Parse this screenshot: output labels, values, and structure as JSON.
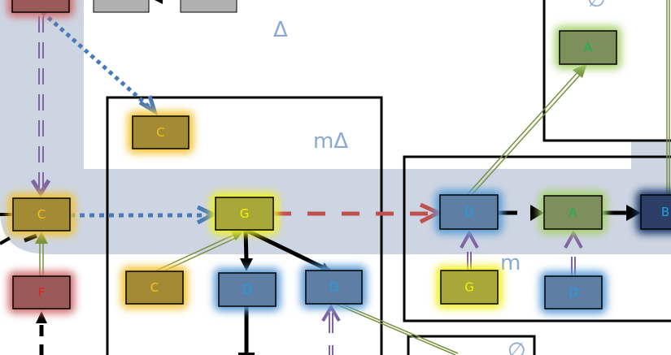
{
  "regions": {
    "delta": "Δ",
    "m_delta": "mΔ",
    "m": "m",
    "empty_top": "∅",
    "empty_bottom": "∅"
  },
  "nodes": {
    "f_top": "",
    "grey1": "",
    "grey2": "",
    "c_top": "C",
    "c_left": "C",
    "f_left": "F",
    "g_mid": "G",
    "c_mid": "C",
    "d_mid1": "D",
    "d_mid2": "D",
    "d_m": "D",
    "a_m": "A",
    "b_m": "B",
    "g_m": "G",
    "d_m2": "D",
    "a_top": "A"
  },
  "colors": {
    "band": "#cdd5e2",
    "gold_fill": "#a38a35",
    "gold_text": "#f2c21d",
    "olive_fill": "#a8a83a",
    "olive_text": "#f4f400",
    "blue_fill": "#5f7ea5",
    "blue_text": "#1fa0e0",
    "green_fill": "#7d8f5a",
    "green_text": "#1fb050",
    "red_fill": "#9b5a5a",
    "red_text": "#e02020",
    "navy_fill": "#2c3e66",
    "dotted_blue": "#4a7ab8",
    "dashed_red": "#c0504d",
    "purple": "#8064a2",
    "olive_line": "#76923c"
  }
}
